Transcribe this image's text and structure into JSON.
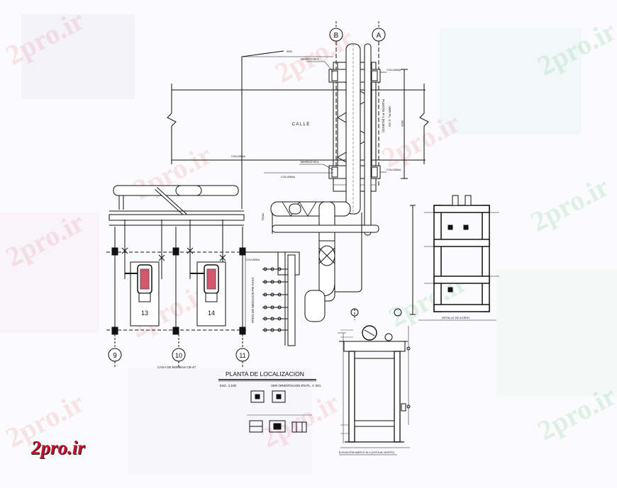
{
  "watermark": "2pro.ir",
  "logo_text": "2pro.ir",
  "grid_bubbles": {
    "b": "B",
    "a": "A",
    "n9": "9",
    "n10": "10",
    "n11": "11"
  },
  "labels": {
    "calle": "C A L L E",
    "marco_top": "MARCO M-1",
    "marco_bottom": "MARCO M-1",
    "columna_top": "COLUMNA",
    "columna_right": "COLUMNA",
    "columna_mid": "COLUMNA",
    "columna_small": "COLUMNA",
    "columna_elev": "COLUMNA",
    "puente": "PUENTE P-1 (NUEVO)",
    "ver_pl": "VER PL. C-XX",
    "patin": "PATIN DE MEDICION PB-XXXA",
    "pump13": "13",
    "pump14": "14",
    "casa_bombas": "CASA DE BOMBAS CB-47",
    "plan_title": "PLANTA DE LOCALIZACION",
    "plan_scale": "ESC. 1:100",
    "plan_ref": "VER ORIENTACION EN PL. C-001",
    "detail_caption": "DETALLE DE ACERO",
    "elev_caption": "ELEVACION MARCO M-1 (VISTA AL NORTE)"
  }
}
